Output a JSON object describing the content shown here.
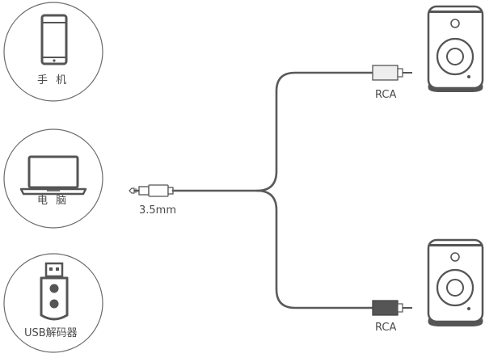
{
  "sources": {
    "phone_label": "手 机",
    "computer_label": "电 脑",
    "usb_label": "USB解码器"
  },
  "connectors": {
    "jack_label": "3.5mm",
    "rca_top_label": "RCA",
    "rca_bottom_label": "RCA"
  },
  "colors": {
    "stroke": "#5a5a5a",
    "circle_stroke": "#6a6a6a",
    "dark_fill": "#555555",
    "light_fill": "#eeeeee"
  }
}
